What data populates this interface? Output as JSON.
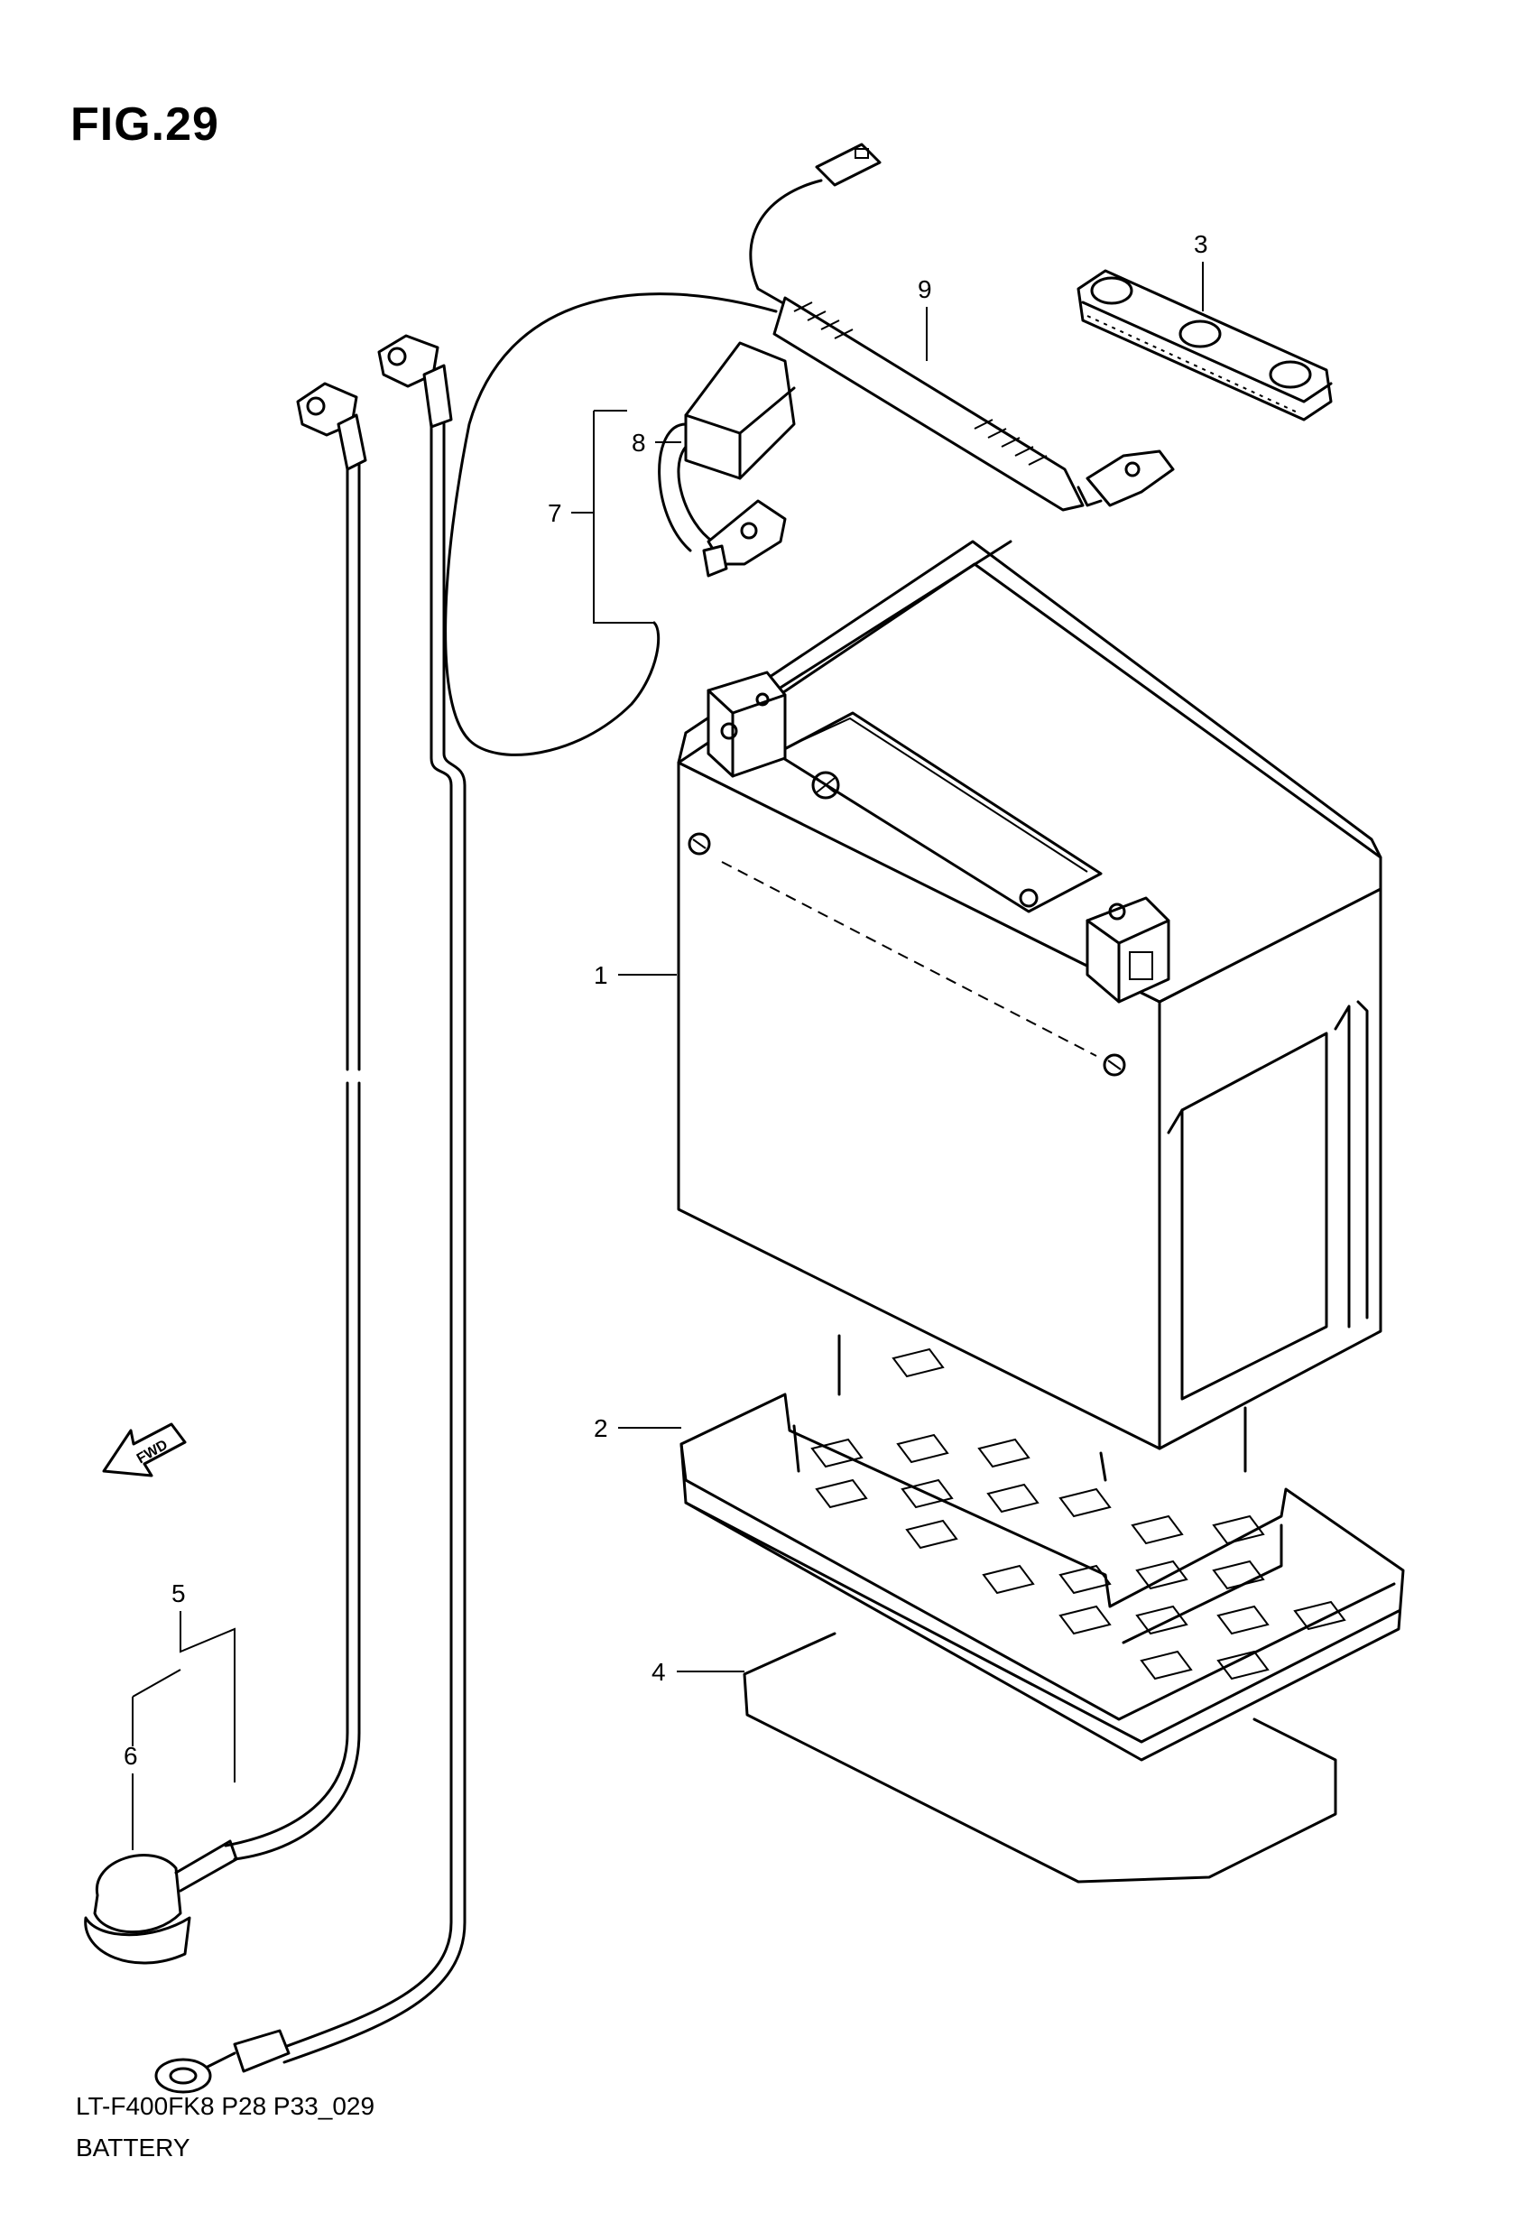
{
  "figure": {
    "title": "FIG.29",
    "model_code": "LT-F400FK8 P28 P33_029",
    "name": "BATTERY"
  },
  "direction_arrow": {
    "label": "FWD",
    "icon": "fwd-arrow-icon"
  },
  "callouts": {
    "c1": "1",
    "c2": "2",
    "c3": "3",
    "c4": "4",
    "c5": "5",
    "c6": "6",
    "c7": "7",
    "c8": "8",
    "c9": "9"
  }
}
